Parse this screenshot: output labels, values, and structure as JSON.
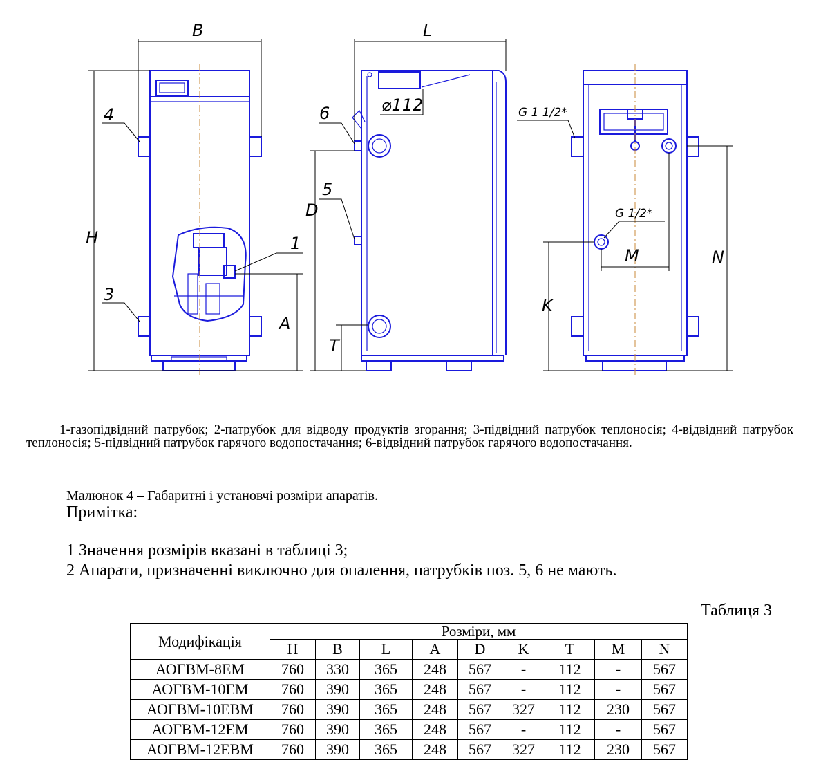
{
  "drawing": {
    "labels": {
      "B": "B",
      "L": "L",
      "H": "H",
      "D": "D",
      "A": "A",
      "T": "T",
      "K": "K",
      "M": "M",
      "N": "N",
      "pos1": "1",
      "pos3": "3",
      "pos4": "4",
      "pos5": "5",
      "pos6": "6",
      "dia": "⌀112",
      "g112": "G 1 1/2*",
      "g12": "G 1/2*"
    }
  },
  "legend": "1-газопідвідний патрубок; 2-патрубок для відводу продуктів згорання; 3-підвідний патрубок теплоносія; 4-відвідний патрубок теплоносія; 5-підвідний патрубок гарячого водопостачання; 6-відвідний патрубок гарячого водопостачання.",
  "caption": "Малюнок 4 – Габаритні і установчі розміри апаратів.",
  "note": {
    "title": "Примітка:",
    "item1": "1 Значення розмірів вказані в таблиці 3;",
    "item2": "2 Апарати, призначенні виключно для опалення, патрубків поз. 5, 6 не мають."
  },
  "table": {
    "caption": "Таблиця 3",
    "header_model": "Модифікація",
    "header_group": "Розміри, мм",
    "columns": [
      "H",
      "B",
      "L",
      "A",
      "D",
      "K",
      "T",
      "M",
      "N"
    ],
    "rows": [
      {
        "model": "АОГВМ-8ЕМ",
        "values": [
          "760",
          "330",
          "365",
          "248",
          "567",
          "-",
          "112",
          "-",
          "567"
        ]
      },
      {
        "model": "АОГВМ-10ЕМ",
        "values": [
          "760",
          "390",
          "365",
          "248",
          "567",
          "-",
          "112",
          "-",
          "567"
        ]
      },
      {
        "model": "АОГВМ-10ЕВМ",
        "values": [
          "760",
          "390",
          "365",
          "248",
          "567",
          "327",
          "112",
          "230",
          "567"
        ]
      },
      {
        "model": "АОГВМ-12ЕМ",
        "values": [
          "760",
          "390",
          "365",
          "248",
          "567",
          "-",
          "112",
          "-",
          "567"
        ]
      },
      {
        "model": "АОГВМ-12ЕВМ",
        "values": [
          "760",
          "390",
          "365",
          "248",
          "567",
          "327",
          "112",
          "230",
          "567"
        ]
      }
    ]
  }
}
